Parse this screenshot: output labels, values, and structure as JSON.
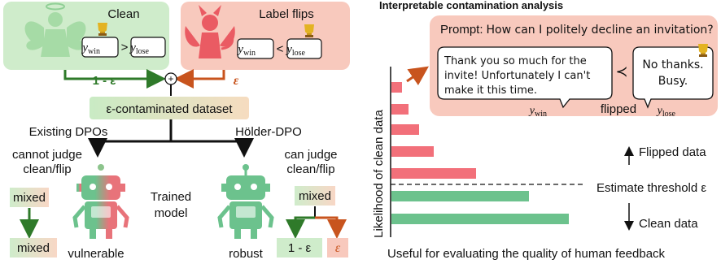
{
  "left": {
    "clean": {
      "title": "Clean",
      "y_win": "y",
      "win_sub": "win",
      "relation": ">",
      "y_lose": "y",
      "lose_sub": "lose"
    },
    "flip": {
      "title": "Label flips",
      "y_win": "y",
      "win_sub": "win",
      "relation": "<",
      "y_lose": "y",
      "lose_sub": "lose"
    },
    "one_minus_eps": "1 - ε",
    "eps": "ε",
    "plus": "+",
    "dataset": "ε-contaminated dataset",
    "existing": "Existing DPOs",
    "holder": "Hölder-DPO",
    "cannot_judge_1": "cannot judge",
    "cannot_judge_2": "clean/flip",
    "can_judge_1": "can judge",
    "can_judge_2": "clean/flip",
    "mixed_top": "mixed",
    "mixed_bottom": "mixed",
    "vulnerable": "vulnerable",
    "trained_1": "Trained",
    "trained_2": "model",
    "robust": "robust",
    "mixed_right": "mixed",
    "split_clean": "1 - ε",
    "split_eps": "ε"
  },
  "right": {
    "title": "Interpretable contamination analysis",
    "prompt_label": "Prompt:",
    "prompt_text": "How can I politely decline an invitation?",
    "win_line1": "Thank you so much for the",
    "win_line2": "invite! Unfortunately I can't",
    "win_line3": "make it this time.",
    "lose_line1": "No thanks.",
    "lose_line2": "Busy.",
    "relation": "≺",
    "y_win": "y",
    "win_sub": "win",
    "flipped": "flipped",
    "y_lose": "y",
    "lose_sub": "lose",
    "y_axis_label": "Likelihood of clean data",
    "flipped_data": "Flipped data",
    "threshold": "Estimate threshold ε",
    "clean_data": "Clean data",
    "caption": "Useful for evaluating the quality of human feedback"
  },
  "colors": {
    "clean_green": "#6cc28d",
    "flip_red": "#f2707a",
    "clean_bg": "#cfeccb",
    "flip_bg": "#f8c9bd",
    "arrow_green": "#2f7a2a",
    "arrow_orange": "#c8541e"
  },
  "chart_data": {
    "type": "bar",
    "orientation": "horizontal",
    "groups": [
      {
        "name": "Flipped data",
        "values": [
          0.05,
          0.08,
          0.13,
          0.2,
          0.4
        ]
      },
      {
        "name": "Clean data",
        "values": [
          0.65,
          0.84
        ]
      }
    ],
    "threshold_label": "Estimate threshold ε"
  }
}
